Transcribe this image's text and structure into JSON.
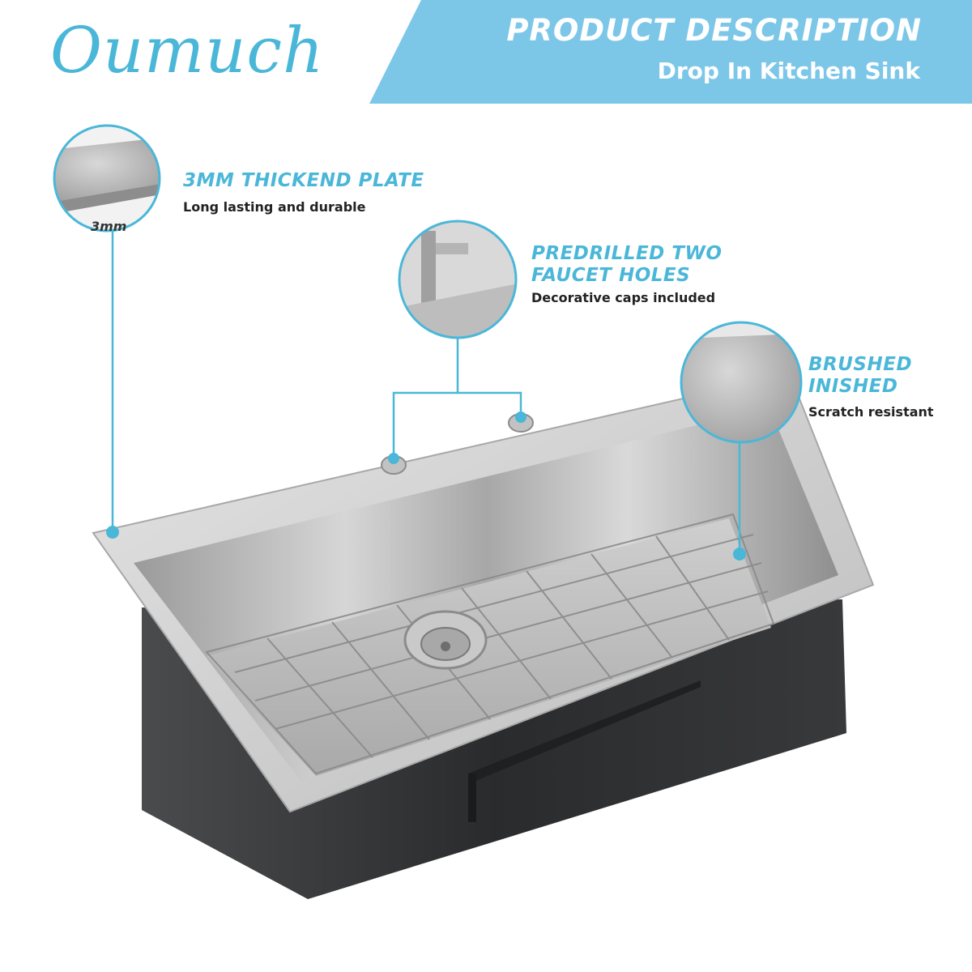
{
  "brand": {
    "name": "Oumuch"
  },
  "banner": {
    "title": "PRODUCT DESCRIPTION",
    "subtitle": "Drop In Kitchen Sink"
  },
  "colors": {
    "accent": "#4bb7d8",
    "banner": "#7cc7e8",
    "steel": "#b8b8b8",
    "body": "#2b2c2e"
  },
  "features": [
    {
      "title_lines": [
        "3MM THICKEND PLATE"
      ],
      "desc": "Long lasting and durable",
      "inset_label": "3mm"
    },
    {
      "title_lines": [
        "PREDRILLED TWO",
        "FAUCET HOLES"
      ],
      "desc": "Decorative caps included"
    },
    {
      "title_lines": [
        "BRUSHED",
        "INISHED"
      ],
      "desc": "Scratch resistant"
    }
  ]
}
